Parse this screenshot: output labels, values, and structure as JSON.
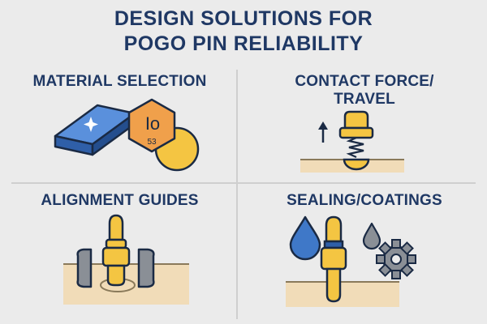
{
  "header": {
    "title_line1": "DESIGN SOLUTIONS FOR",
    "title_line2": "POGO PIN RELIABILITY"
  },
  "panels": [
    {
      "label": "MATERIAL SELECTION",
      "element_symbol": "Io",
      "element_number": "53",
      "icons": [
        "material-plate-icon",
        "sparkle-icon",
        "element-hexagon-icon",
        "gold-disc-icon"
      ]
    },
    {
      "label_line1": "CONTACT FORCE/",
      "label_line2": "TRAVEL",
      "icons": [
        "up-arrow-icon",
        "pogo-pin-icon",
        "spring-icon",
        "contact-pad-icon"
      ]
    },
    {
      "label": "ALIGNMENT GUIDES",
      "icons": [
        "pogo-pin-icon",
        "guide-block-icon",
        "target-ring-icon"
      ]
    },
    {
      "label": "SEALING/COATINGS",
      "icons": [
        "water-drop-icon",
        "pogo-pin-icon",
        "gear-icon"
      ]
    }
  ],
  "colors": {
    "background": "#ebebeb",
    "title_navy": "#1f3864",
    "outline": "#1a2a44",
    "gold": "#f4c542",
    "blue": "#3f78c8",
    "orange": "#f0a04b",
    "base_tan": "#f1dcb8",
    "gray": "#8a8f96"
  }
}
